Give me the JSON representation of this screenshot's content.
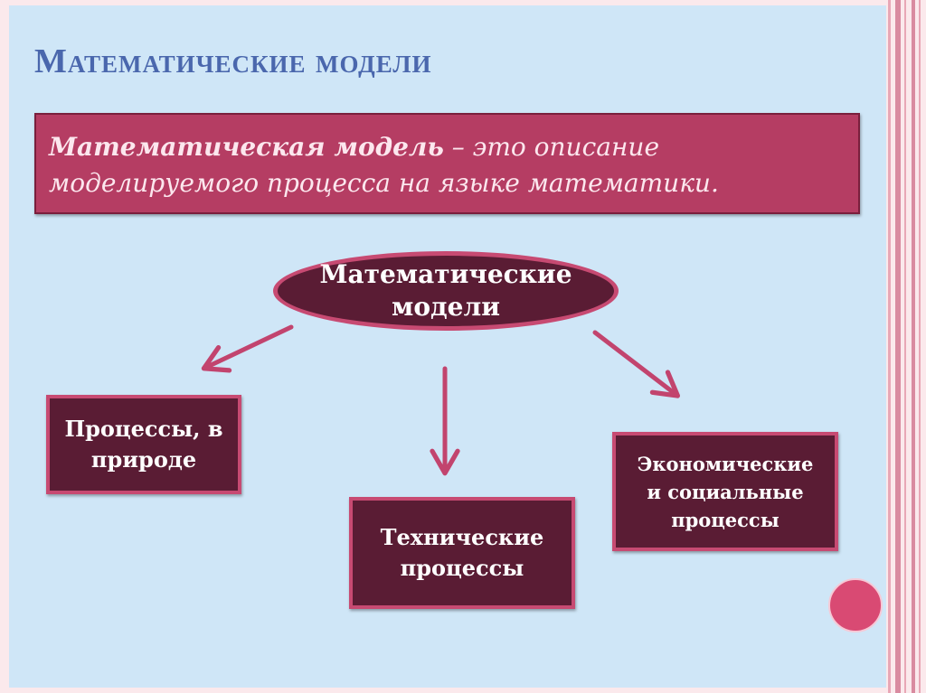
{
  "title": "Математические модели",
  "definition": {
    "term": "Математическая модель",
    "text": " – это описание моделируемого процесса на языке математики."
  },
  "diagram": {
    "center": {
      "line1": "Математические",
      "line2": "модели"
    },
    "nature": {
      "line1": "Процессы, в",
      "line2": "природе"
    },
    "tech": {
      "line1": "Технические",
      "line2": "процессы"
    },
    "econ": {
      "line1": "Экономические",
      "line2": "и социальные",
      "line3": "процессы"
    }
  },
  "colors": {
    "slide_background": "#cfe6f7",
    "title": "#4a67ad",
    "definition_fill": "#b53d63",
    "node_fill": "#5a1c34",
    "node_border": "#c74a72",
    "arrow": "#c2446e",
    "accent_circle": "#d94a73"
  }
}
